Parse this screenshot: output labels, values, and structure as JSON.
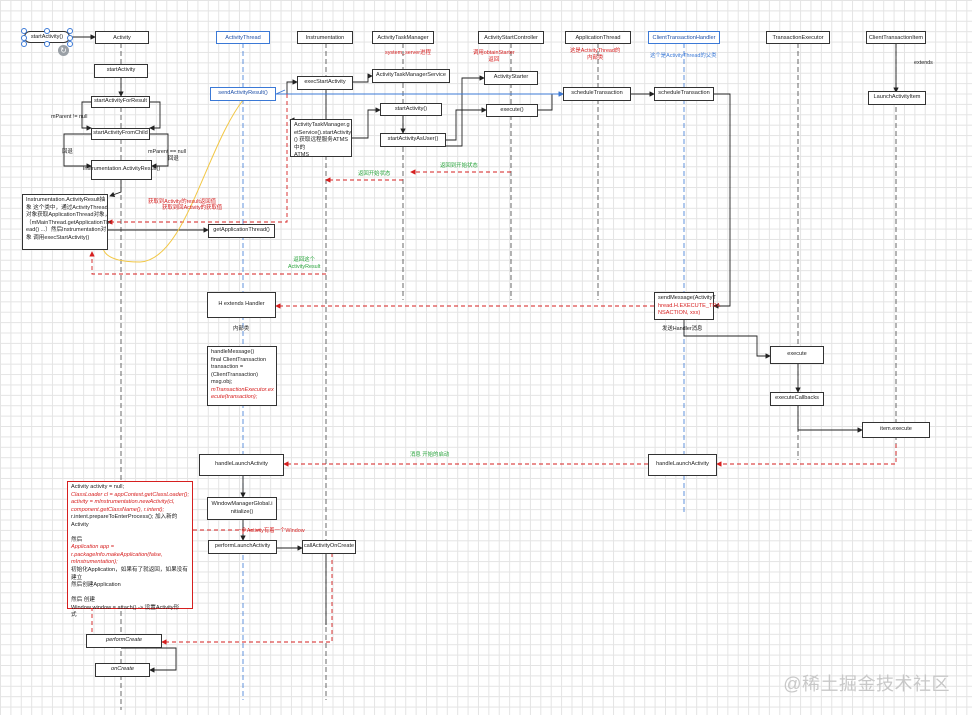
{
  "start_node": "startActivity()",
  "lanes": [
    {
      "id": "activity",
      "label": "Activity"
    },
    {
      "id": "activity_thread",
      "label": "ActivityThread"
    },
    {
      "id": "instrumentation",
      "label": "Instrumentation"
    },
    {
      "id": "atm",
      "label": "ActivityTaskManager"
    },
    {
      "id": "starter_ctrl",
      "label": "ActivityStartController"
    },
    {
      "id": "app_thread",
      "label": "ApplicationThread"
    },
    {
      "id": "ct_handler",
      "label": "ClientTransactionHandler"
    },
    {
      "id": "tx_executor",
      "label": "TransactionExecutor"
    },
    {
      "id": "ct_item",
      "label": "ClientTransactionItem"
    }
  ],
  "boxes": {
    "startActivity": "startActivity",
    "startActivityForResult": "startActivityForResult",
    "startActivityFromChild": "startActivityFromChild",
    "instrumentation_activity_result": "Instrumentation.ActivityResult()",
    "instr_note": [
      "Instrumentation.ActivityResult抽",
      "象 这个类中，通过ActivityThread",
      "对象获取ApplicationThread对象，",
      "（mMainThread.getApplicationThr",
      "ead() ...）然后Instrumentation对",
      "象 调用execStartActivity()"
    ],
    "sendActivityResult": "sendActivityResult()",
    "getApplicationThread": "getApplicationThread()",
    "execStartActivity": "execStartActivity",
    "atm_service_note": [
      "ActivityTaskManager.g",
      "etService().startActivity",
      "() 获取远程服务ATMS中的",
      "ATMS"
    ],
    "atm_service": "ActivityTaskManagerService",
    "startActivity_atms": "startActivity()",
    "startActivityAsUser": "startActivityAsUser()",
    "activityStarter": "ActivityStarter",
    "execute": "execute()",
    "scheduleTransaction_at": "scheduleTransaction",
    "scheduleTransaction_cth": "scheduleTransaction",
    "launchActivityItem": "LaunchActivityItem",
    "h_extends_handler": "H extends Handler",
    "handle_message": [
      "handleMessage()",
      "final ClientTransaction",
      "transaction =",
      "(ClientTransaction)",
      "msg.obj;",
      "mTransactionExecutor.ex",
      "ecute(transaction);"
    ],
    "send_message": [
      "sendMessage(ActivityT",
      "hread.H.EXECUTE_TRA",
      "NSACTION, xxx)"
    ],
    "execute_exec": "execute",
    "executeCallbacks": "executeCallbacks",
    "item_execute": "item.execute",
    "handleLaunchActivity_at": "handleLaunchActivity",
    "handleLaunchActivity_cth": "handleLaunchActivity",
    "window_manager_global": [
      "WindowManagerGlobal.i",
      "nitialize()"
    ],
    "performLaunchActivity": "performLaunchActivity",
    "callActivityOnCreate": "callActivityOnCreate",
    "perform_launch_note": [
      "Activity activity = null;",
      "ClassLoader cl = appContext.getClassLoader();",
      "activity = mInstrumentation.newActivity(cl,",
      "component.getClassName(), r.intent);",
      "r.intent.prepareToEnterProcess(); 加入新的Activity",
      "",
      "然后",
      "Application app =",
      "r.packageInfo.makeApplication(false,",
      "mInstrumentation);",
      "初始化Application，如果有了就返回，如果没有建立",
      "然后创建Application",
      "",
      "然后 创建",
      "Window window = attach() -> 设置Activity形",
      "式"
    ],
    "performCreate": "performCreate",
    "onCreate": "onCreate"
  },
  "labels": {
    "mparent_null": "mParent != null",
    "mparent_eq_null": "mParent == null",
    "kill_left": "回退",
    "kill_right": "回退",
    "system_server": "system_server进程",
    "call_obtain_starter": [
      "调用obtainStarter",
      "返回"
    ],
    "is_activitythread_inner": [
      "这是ActivityThread的",
      "内部类"
    ],
    "is_a_activitythread_subclass": "这个是ActivityThread的父类",
    "extends_label": "extends",
    "get_result_red": "获取到Activity的result返回值",
    "get_result_red2": "获取到回Activity的获取值",
    "return_to_start": "返回到开始状态",
    "return_start_2": "返回开始状态",
    "return_this": [
      "返回这个",
      "ActivityResult"
    ],
    "inner_class": "内部类",
    "send_handler_msg": "发送Handler消息",
    "return_to_message": "消息 开始的启动",
    "one_activity_window": "一个Activity有着一个Window"
  },
  "watermark": "@稀土掘金技术社区",
  "colors": {
    "red_dash": "#d61f1f",
    "green_text": "#2aa43c",
    "blue_accent": "#3b79d6",
    "yellow_curve": "#f2c744"
  }
}
